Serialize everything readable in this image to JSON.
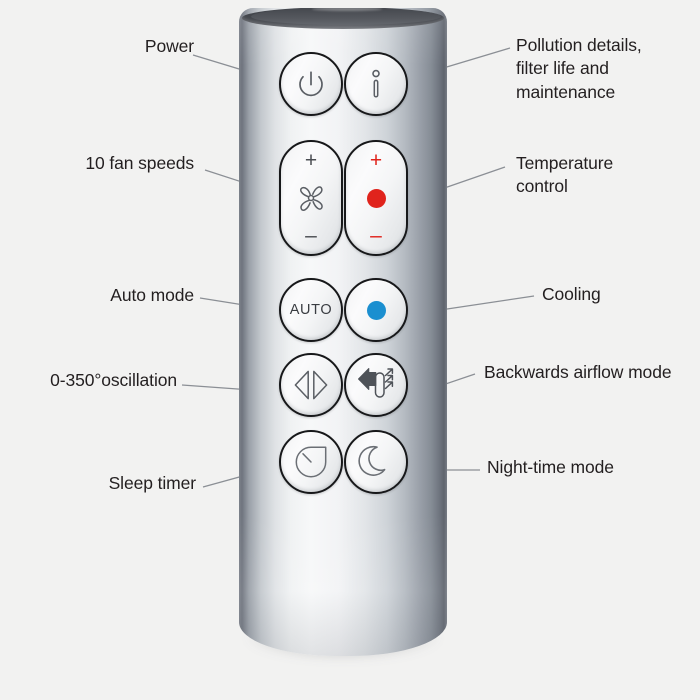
{
  "page": {
    "title": "Dyson remote control button guide",
    "background_color": "#f2f2f1",
    "label_color": "#231f20",
    "leader_line_color": "#8b8f95"
  },
  "device": {
    "name": "cylindrical-remote-control",
    "body_colors": {
      "highlight": "#f7f8f9",
      "midtone": "#c3c8cd",
      "shadow": "#5f646d",
      "cap_dark": "#45484e"
    }
  },
  "accent_colors": {
    "red": "#e0231c",
    "blue": "#1b8fd0",
    "button_outline": "#17181a"
  },
  "buttons": [
    {
      "id": "power",
      "icon": "power-icon",
      "shape": "round",
      "column": "left",
      "label_text": ""
    },
    {
      "id": "info",
      "icon": "information-icon",
      "shape": "round",
      "column": "right",
      "label_text": ""
    },
    {
      "id": "fan-speed",
      "icon": "fan-icon",
      "shape": "pill",
      "column": "left",
      "plus": "+",
      "minus": "–"
    },
    {
      "id": "temperature",
      "icon": "temperature-dot-icon",
      "shape": "pill",
      "column": "right",
      "plus": "+",
      "minus": "–"
    },
    {
      "id": "auto",
      "icon": "auto-text-icon",
      "shape": "round",
      "column": "left",
      "text": "AUTO"
    },
    {
      "id": "cooling",
      "icon": "blue-dot-icon",
      "shape": "round",
      "column": "right"
    },
    {
      "id": "oscillation",
      "icon": "oscillation-arrows-icon",
      "shape": "round",
      "column": "left"
    },
    {
      "id": "backwards-airflow",
      "icon": "backwards-airflow-icon",
      "shape": "round",
      "column": "right"
    },
    {
      "id": "sleep-timer",
      "icon": "timer-clock-icon",
      "shape": "round",
      "column": "left"
    },
    {
      "id": "night-mode",
      "icon": "crescent-moon-icon",
      "shape": "round",
      "column": "right"
    }
  ],
  "callouts": {
    "left": [
      {
        "key": "power",
        "text": "Power"
      },
      {
        "key": "fan_speeds",
        "text": "10 fan speeds"
      },
      {
        "key": "auto_mode",
        "text": "Auto mode"
      },
      {
        "key": "oscillation",
        "text": "0-350°oscillation"
      },
      {
        "key": "sleep_timer",
        "text": "Sleep timer"
      }
    ],
    "right": [
      {
        "key": "pollution",
        "text": "Pollution details,\nfilter life and\nmaintenance"
      },
      {
        "key": "temperature",
        "text": "Temperature\ncontrol"
      },
      {
        "key": "cooling",
        "text": "Cooling"
      },
      {
        "key": "backwards",
        "text": "Backwards airflow mode"
      },
      {
        "key": "night_mode",
        "text": "Night-time mode"
      }
    ]
  },
  "pill_signs": {
    "plus": "+",
    "minus": "–"
  },
  "auto_label": "AUTO"
}
